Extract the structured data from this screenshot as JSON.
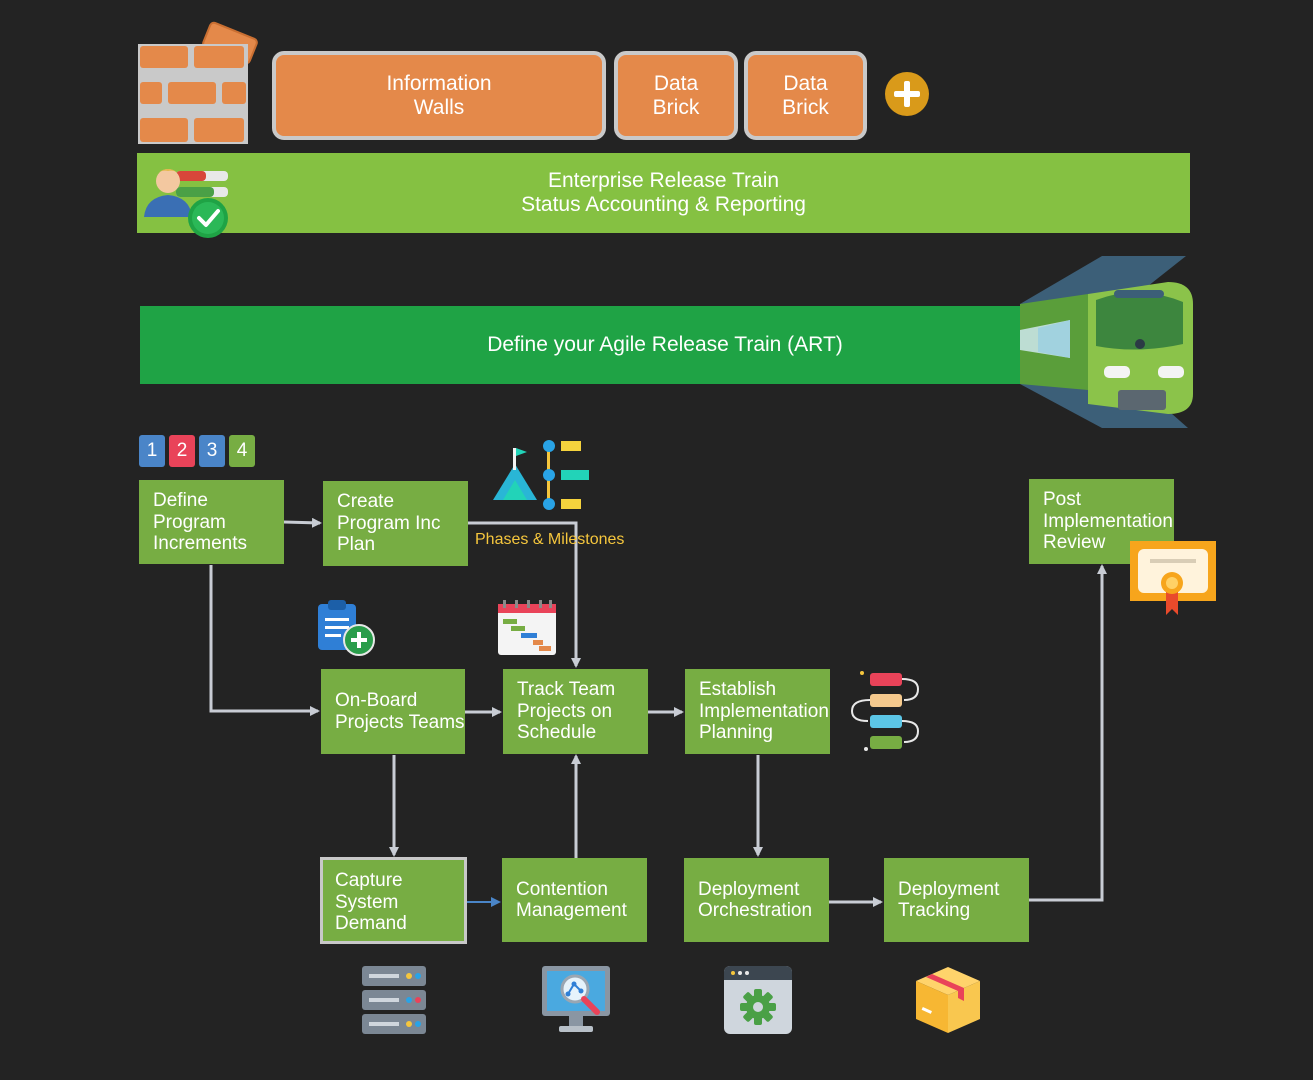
{
  "header": {
    "information_walls": "Information\nWalls",
    "data_brick_1": "Data\nBrick",
    "data_brick_2": "Data\nBrick"
  },
  "status_band": {
    "line1": "Enterprise Release Train",
    "line2": "Status Accounting & Reporting"
  },
  "art_band": {
    "label": "Define your Agile Release Train (ART)"
  },
  "numbers": [
    "1",
    "2",
    "3",
    "4"
  ],
  "nodes": {
    "define_program_increments": "Define\nProgram\nIncrements",
    "create_program_inc_plan": "Create\nProgram Inc\nPlan",
    "onboard_projects_teams": "On-Board\nProjects Teams",
    "track_team_projects": "Track Team\nProjects on\nSchedule",
    "establish_implementation_planning": "Establish\nImplementation\nPlanning",
    "post_implementation_review": "Post\nImplementation\nReview",
    "capture_system_demand": "Capture\nSystem\nDemand",
    "contention_management": "Contention\nManagement",
    "deployment_orchestration": "Deployment\nOrchestration",
    "deployment_tracking": "Deployment\nTracking"
  },
  "captions": {
    "phases_milestones": "Phases & Milestones"
  },
  "colors": {
    "background": "#232323",
    "orange": "#e4894a",
    "lime_band": "#85c142",
    "art_band": "#1fa345",
    "node_green": "#77ad43",
    "caption_yellow": "#f5c63d"
  },
  "icons": [
    "brick-wall-icon",
    "add-circle-icon",
    "user-status-check-icon",
    "train-icon",
    "milestones-icon",
    "clipboard-add-icon",
    "gantt-calendar-icon",
    "workflow-list-icon",
    "certificate-icon",
    "server-icon",
    "monitor-analytics-icon",
    "settings-window-icon",
    "package-box-icon"
  ]
}
